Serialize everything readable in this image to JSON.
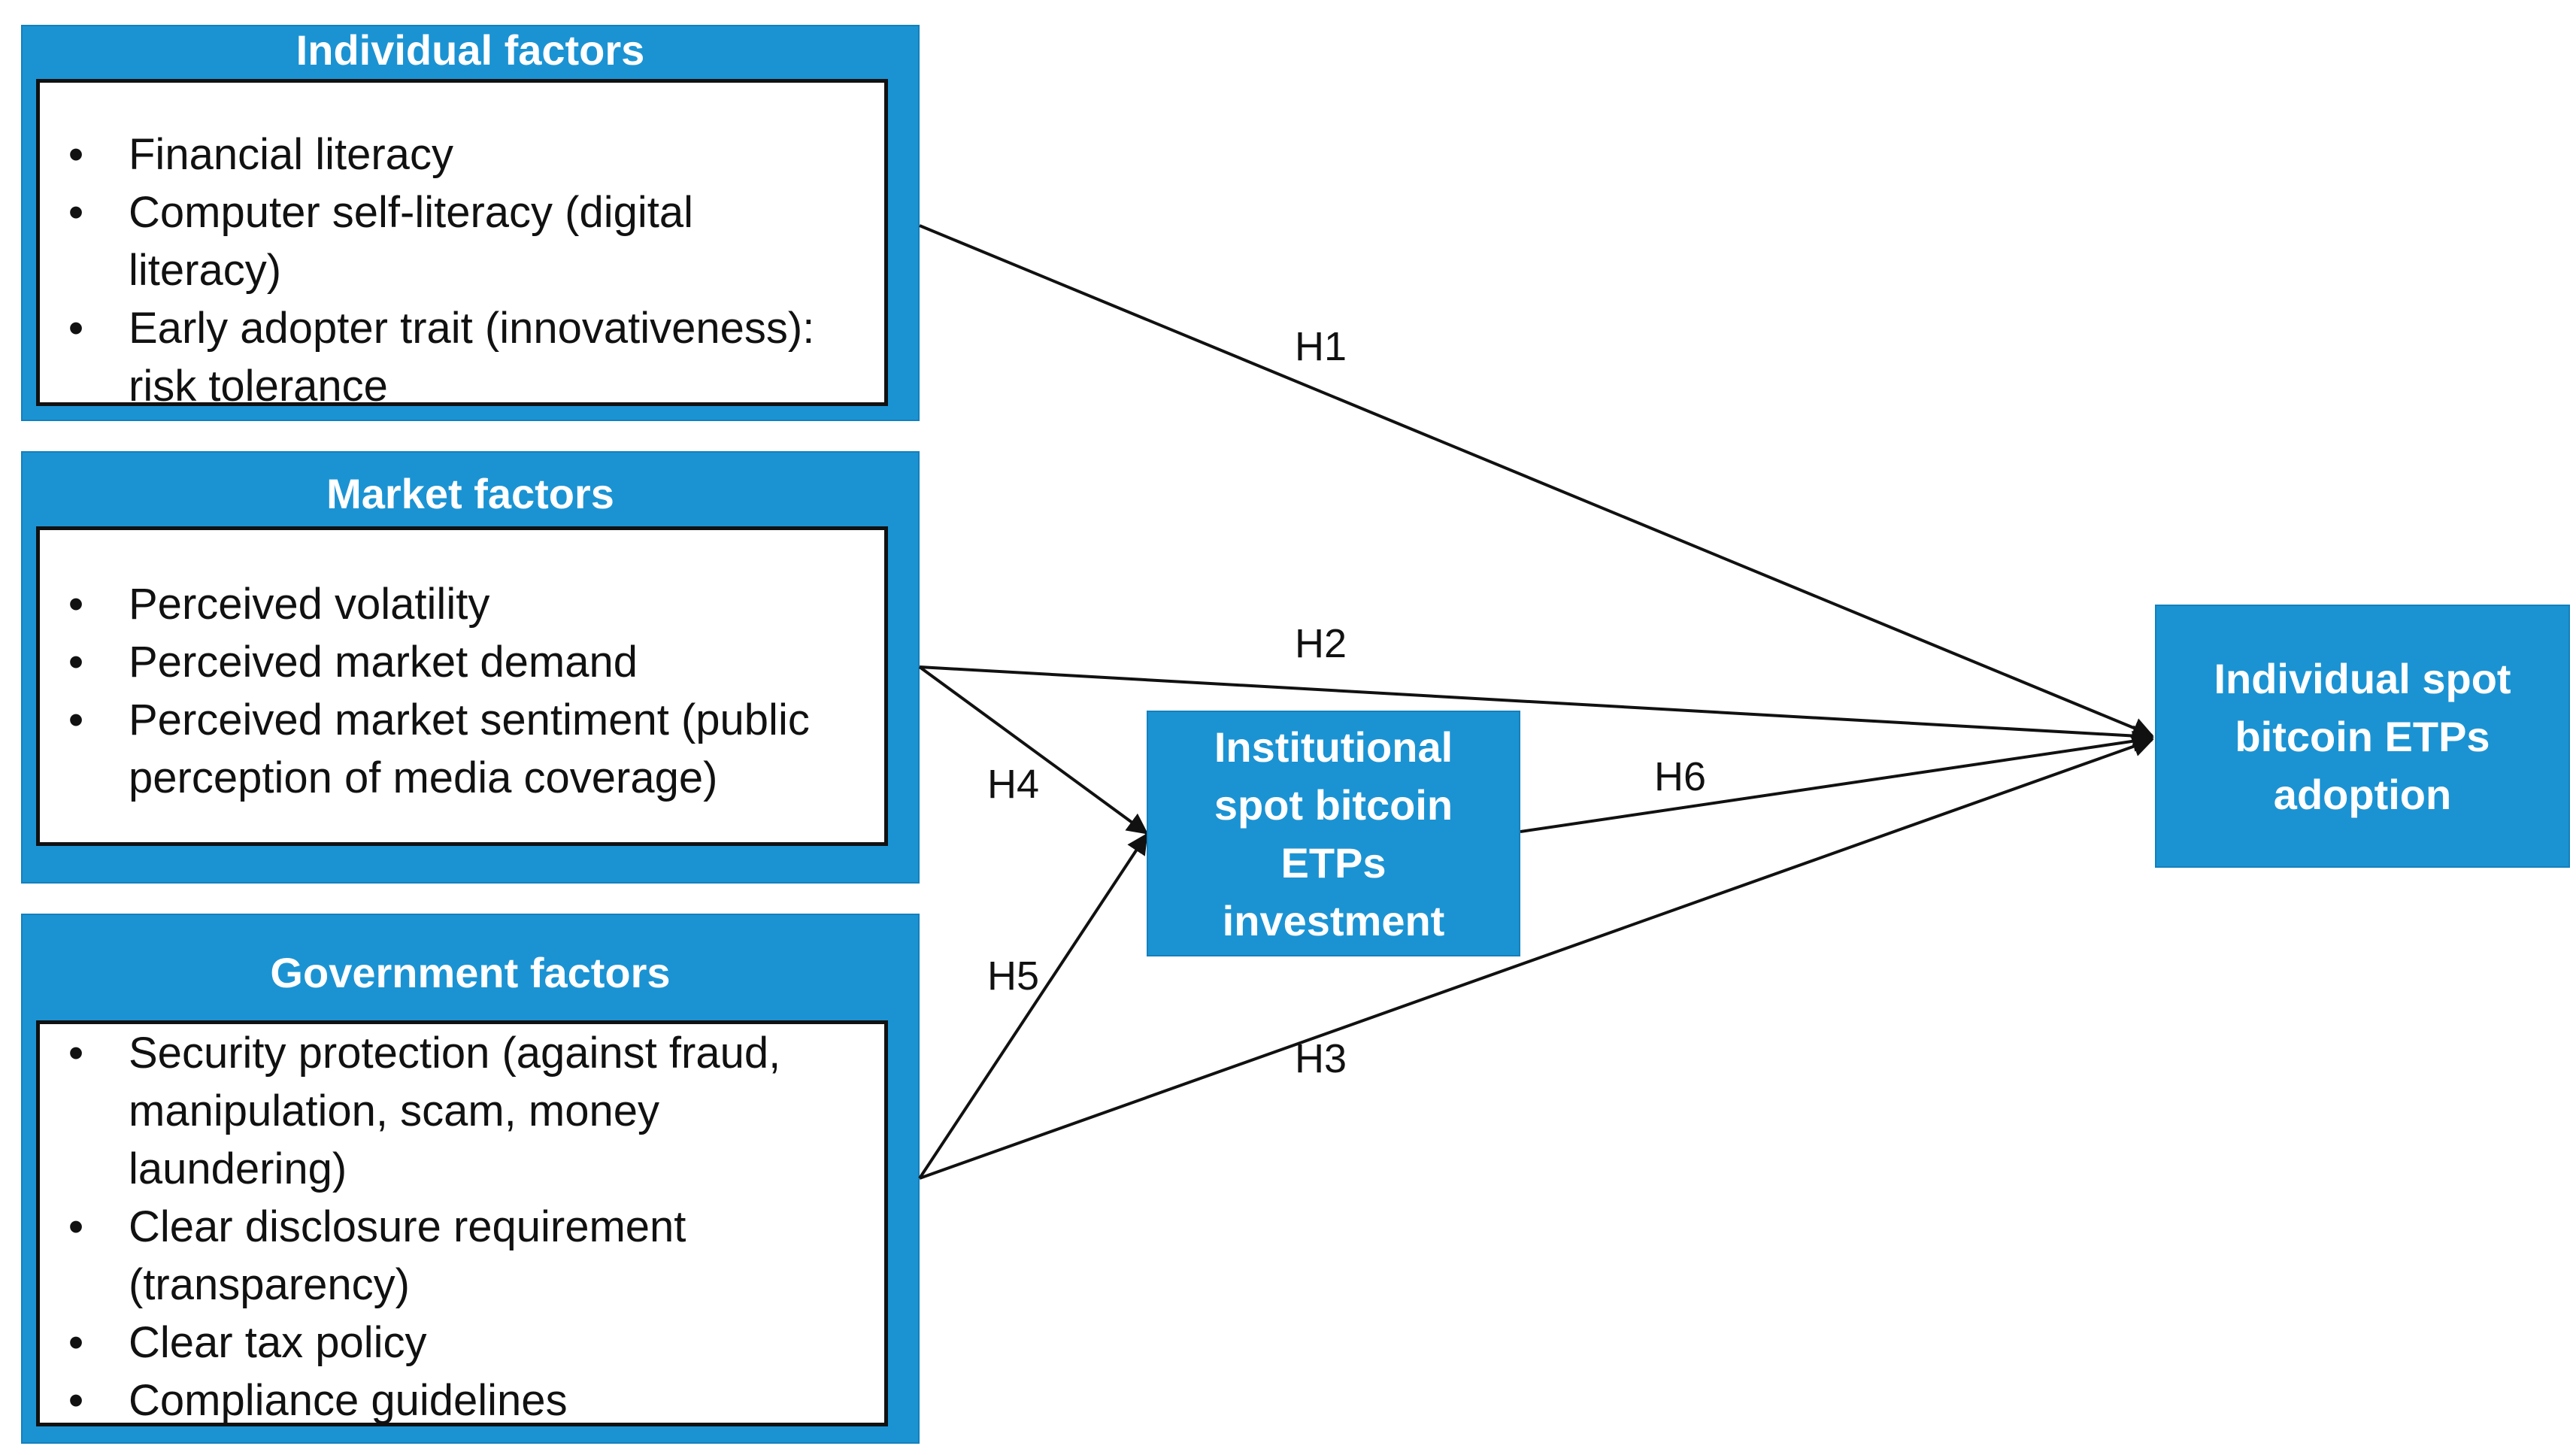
{
  "individual": {
    "title": "Individual factors",
    "items": [
      "Financial literacy",
      "Computer self-literacy (digital literacy)",
      "Early adopter trait (innovativeness): risk tolerance"
    ]
  },
  "market": {
    "title": "Market factors",
    "items": [
      "Perceived volatility",
      "Perceived market demand",
      "Perceived market sentiment (public perception of media coverage)"
    ]
  },
  "government": {
    "title": "Government factors",
    "items": [
      "Security protection (against fraud, manipulation, scam, money laundering)",
      "Clear disclosure requirement (transparency)",
      "Clear tax policy",
      "Compliance guidelines"
    ]
  },
  "bullet_char": "•",
  "institutional": {
    "label": "Institutional spot bitcoin ETPs investment"
  },
  "outcome": {
    "label": "Individual spot bitcoin ETPs adoption"
  },
  "hypotheses": {
    "h1": "H1",
    "h2": "H2",
    "h3": "H3",
    "h4": "H4",
    "h5": "H5",
    "h6": "H6"
  },
  "colors": {
    "box_fill": "#1b93d3",
    "text_on_box": "#ffffff",
    "line": "#111111"
  }
}
